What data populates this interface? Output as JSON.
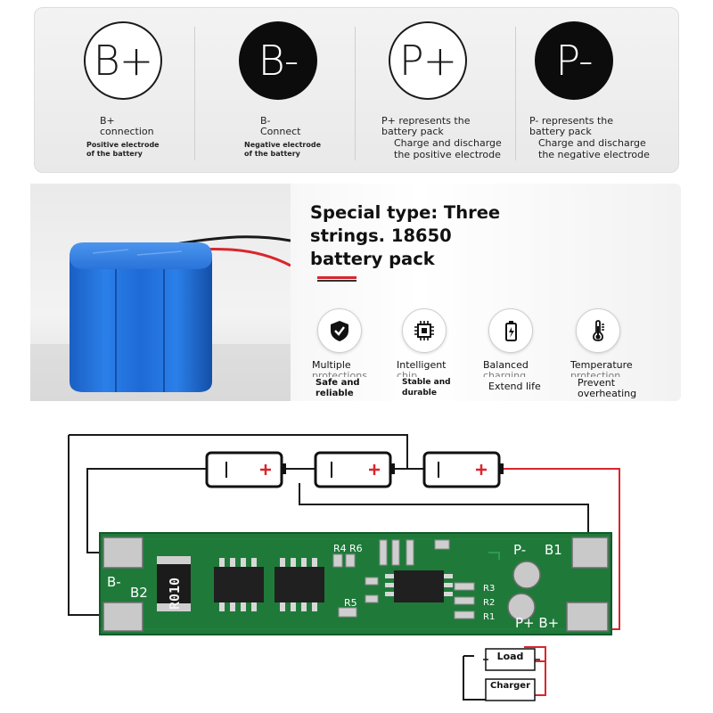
{
  "terminals": [
    {
      "symbol": "B+",
      "line1": "B+",
      "line2": "connection",
      "desc1": "Positive electrode",
      "desc2": "of the battery"
    },
    {
      "symbol": "B-",
      "line1": "B-",
      "line2": "Connect",
      "desc1": "Negative electrode",
      "desc2": "of the battery"
    },
    {
      "symbol": "P+",
      "line1": "P+ represents the",
      "line2": "battery pack",
      "desc1": "Charge and discharge",
      "desc2": "the positive electrode"
    },
    {
      "symbol": "P-",
      "line1": "P- represents the",
      "line2": "battery pack",
      "desc1": "Charge and discharge",
      "desc2": "the negative electrode"
    }
  ],
  "headline": {
    "line1": "Special type: Three",
    "line2": "strings. 18650",
    "line3": "battery pack"
  },
  "features": [
    {
      "icon": "shield-check-icon",
      "title1": "Multiple",
      "title2": "protections",
      "sub1": "Safe and",
      "sub2": "reliable"
    },
    {
      "icon": "chip-icon",
      "title1": "Intelligent",
      "title2": "chip",
      "sub1": "Stable and",
      "sub2": "durable"
    },
    {
      "icon": "battery-charge-icon",
      "title1": "Balanced",
      "title2": "charging",
      "sub1": "Extend life",
      "sub2": ""
    },
    {
      "icon": "thermometer-icon",
      "title1": "Temperature",
      "title2": "protection",
      "sub1": "Prevent",
      "sub2": "overheating"
    }
  ],
  "board": {
    "resistor_code": "R010",
    "labels": {
      "r4": "R4",
      "r6": "R6",
      "r5": "R5",
      "r3": "R3",
      "r2": "R2",
      "r1": "R1",
      "b_minus": "B-",
      "b2": "B2",
      "p_minus": "P-",
      "b1": "B1",
      "p_plus_b_plus": "P+ B+"
    },
    "load_label": "Load",
    "charger_label": "Charger"
  },
  "colors": {
    "battery_blue": "#1f6fd8",
    "pcb_green": "#1f7a3a",
    "wire_red": "#d9262b",
    "wire_black": "#1a1a1a"
  }
}
